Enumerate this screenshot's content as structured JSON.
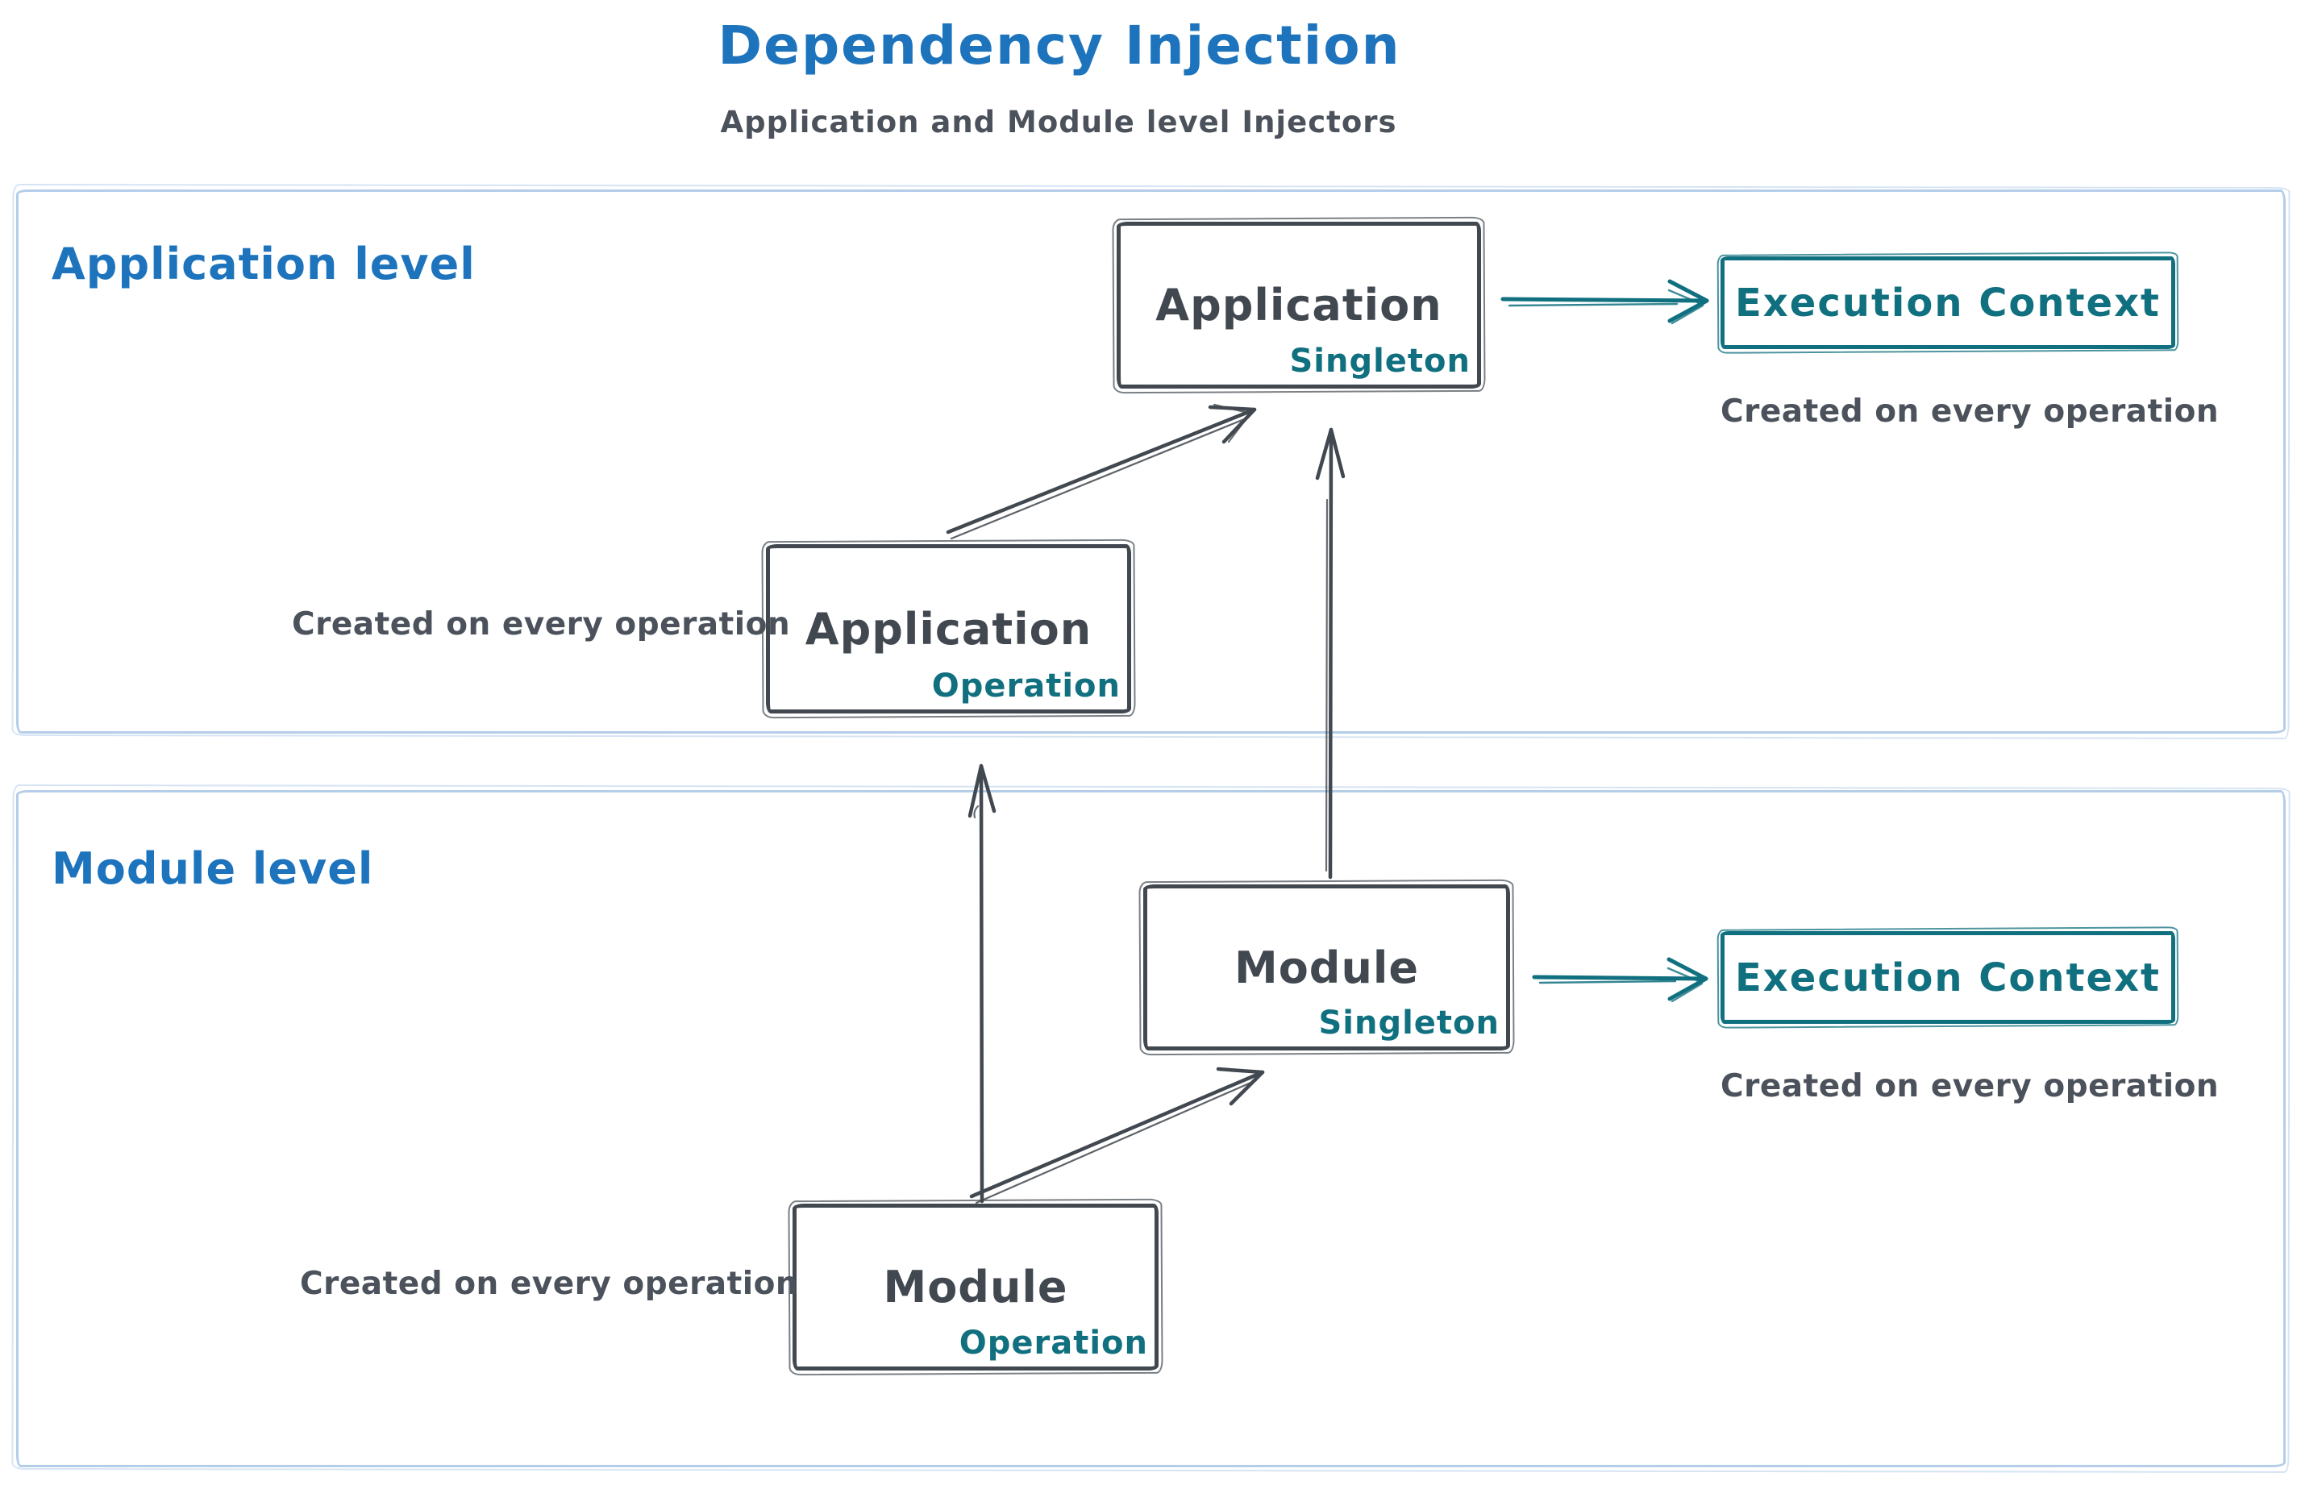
{
  "title": "Dependency Injection",
  "subtitle": "Application and Module level Injectors",
  "colors": {
    "accent_blue": "#1d74bd",
    "shape_slate": "#424850",
    "accent_teal": "#11707f",
    "container_border": "#b4cde9",
    "note_gray": "#4c525b"
  },
  "sections": {
    "application": {
      "label": "Application level",
      "singleton": {
        "name": "Application",
        "scope": "Singleton"
      },
      "operation": {
        "name": "Application",
        "scope": "Operation"
      },
      "operation_note": "Created on every operation",
      "execution": {
        "label": "Execution Context",
        "note": "Created on every operation"
      }
    },
    "module": {
      "label": "Module level",
      "singleton": {
        "name": "Module",
        "scope": "Singleton"
      },
      "operation": {
        "name": "Module",
        "scope": "Operation"
      },
      "operation_note": "Created on every operation",
      "execution": {
        "label": "Execution Context",
        "note": "Created on every operation"
      }
    }
  }
}
